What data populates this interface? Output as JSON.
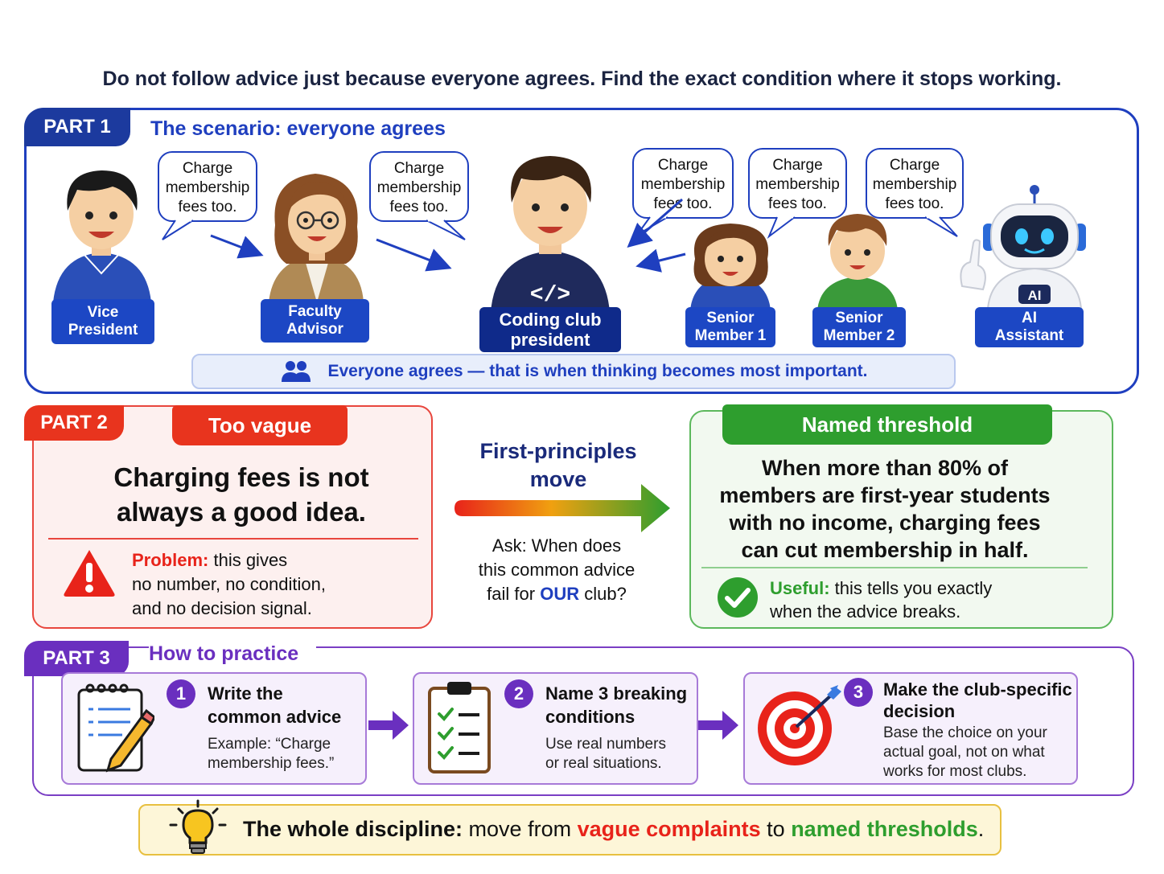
{
  "headline": "Do not follow advice just because everyone agrees. Find the exact condition where it stops working.",
  "part1": {
    "tag": "PART 1",
    "title": "The scenario: everyone agrees",
    "bubbles": [
      [
        "Charge",
        "membership",
        "fees too."
      ],
      [
        "Charge",
        "membership",
        "fees too."
      ],
      [
        "Charge",
        "membership",
        "fees too."
      ],
      [
        "Charge",
        "membership",
        "fees too."
      ],
      [
        "Charge",
        "membership",
        "fees too."
      ]
    ],
    "people": {
      "vice_president": [
        "Vice",
        "President"
      ],
      "faculty_advisor": [
        "Faculty",
        "Advisor"
      ],
      "president": [
        "Coding club",
        "president"
      ],
      "senior1": [
        "Senior",
        "Member 1"
      ],
      "senior2": [
        "Senior",
        "Member 2"
      ],
      "ai": [
        "AI",
        "Assistant"
      ]
    },
    "president_shirt": "</>",
    "robot_badge": "AI",
    "agree_bar": "Everyone agrees — that is when thinking becomes most important."
  },
  "part2": {
    "tag": "PART 2",
    "vague": {
      "banner": "Too vague",
      "statement": [
        "Charging fees is not",
        "always a good idea."
      ],
      "problem_label": "Problem:",
      "problem_lines": [
        " this gives",
        "no number, no condition,",
        "and no decision signal."
      ]
    },
    "move": {
      "title": [
        "First-principles",
        "move"
      ],
      "ask_lines": [
        "Ask: When does",
        "this common advice"
      ],
      "ask_prefix": "fail for ",
      "ask_emph": "OUR",
      "ask_suffix": " club?"
    },
    "named": {
      "banner": "Named threshold",
      "statement": [
        "When more than 80% of",
        "members are first-year students",
        "with no income, charging fees",
        "can cut membership in half."
      ],
      "useful_label": "Useful:",
      "useful_lines": [
        " this tells you exactly",
        "when the advice breaks."
      ]
    }
  },
  "part3": {
    "tag": "PART 3",
    "title": "How to practice",
    "steps": [
      {
        "num": "1",
        "title": [
          "Write the",
          "common advice"
        ],
        "desc": [
          "Example: “Charge",
          "membership fees.”"
        ]
      },
      {
        "num": "2",
        "title": [
          "Name 3 breaking",
          "conditions"
        ],
        "desc": [
          "Use real numbers",
          "or real situations."
        ]
      },
      {
        "num": "3",
        "title": [
          "Make the club-specific",
          "decision"
        ],
        "desc": [
          "Base the choice on your",
          "actual goal, not on what",
          "works for most clubs."
        ]
      }
    ]
  },
  "discipline": {
    "label": "The whole discipline:",
    "text1": " move from ",
    "vague": "vague complaints",
    "text2": " to ",
    "named": "named thresholds",
    "end": "."
  },
  "colors": {
    "part1": "#1f3fbf",
    "part2_red": "#e8341e",
    "part2_green": "#2e9e2e",
    "part3": "#6a2fbf",
    "discipline_bg": "#fdf6d8"
  }
}
